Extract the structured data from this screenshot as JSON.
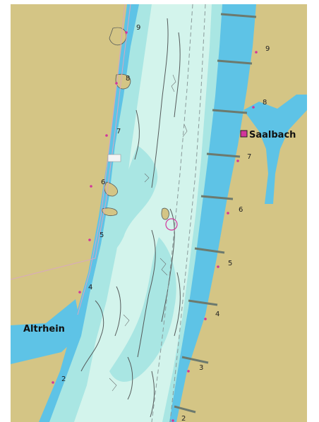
{
  "map": {
    "colors": {
      "land": "#d4c585",
      "deep_water": "#5ec3e6",
      "shallow_water": "#a9e6e3",
      "very_shallow": "#d3f4ec",
      "contour": "#555a5a",
      "km_marker": "#d2379b",
      "boundary": "#d8a8c0"
    },
    "places": [
      {
        "name": "Saalbach",
        "icon": "harbour-icon"
      },
      {
        "name": "Altrhein"
      }
    ],
    "left_bank_km": [
      "9",
      "8",
      "7",
      "6",
      "5",
      "4",
      "2"
    ],
    "right_bank_km": [
      "9",
      "8",
      "7",
      "6",
      "5",
      "4",
      "3",
      "2"
    ]
  }
}
